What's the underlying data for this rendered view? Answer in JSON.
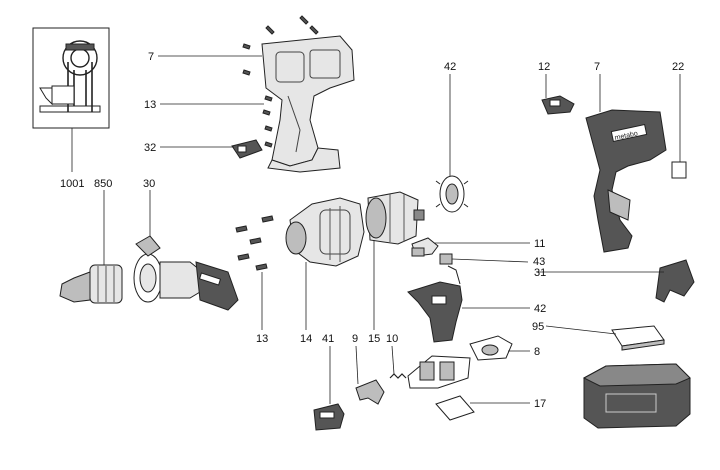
{
  "labels": {
    "p7_left": "7",
    "p13_left": "13",
    "p32": "32",
    "p1001": "1001",
    "p850": "850",
    "p30": "30",
    "p42_top": "42",
    "p12": "12",
    "p7_right": "7",
    "p22": "22",
    "p11": "11",
    "p43": "43",
    "p31": "31",
    "p42_mid": "42",
    "p95": "95",
    "p8": "8",
    "p17": "17",
    "p13_bottom": "13",
    "p14": "14",
    "p15": "15",
    "p41": "41",
    "p9": "9",
    "p10": "10"
  },
  "housing_brand": "metabo"
}
